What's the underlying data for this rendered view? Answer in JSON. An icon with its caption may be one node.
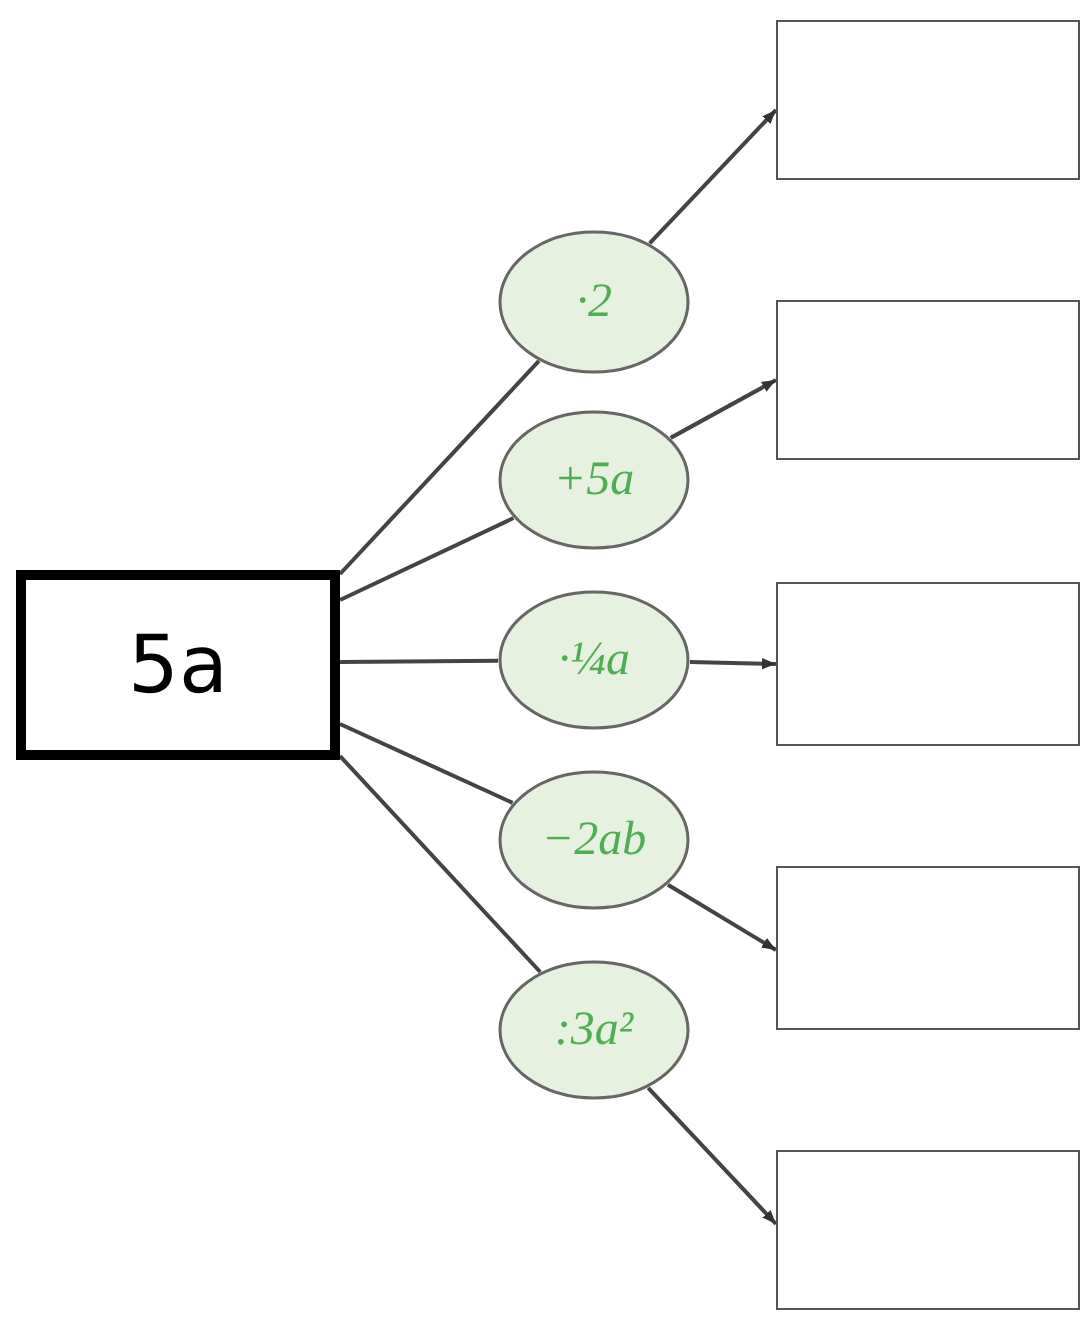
{
  "diagram": {
    "nodes": [
      {
        "text": [
          "5a"
        ]
      },
      {
        "text": [
          "·2"
        ]
      },
      {
        "text": [
          "+5a"
        ]
      },
      {
        "text": [
          "·¼a"
        ]
      },
      {
        "text": [
          "−2ab"
        ]
      },
      {
        "text": [
          ":3a²"
        ]
      },
      {
        "text": [],
        "shape": "box"
      },
      {
        "text": [],
        "shape": "box"
      },
      {
        "text": [],
        "shape": "box"
      },
      {
        "text": [],
        "shape": "box"
      },
      {
        "text": [],
        "shape": "box"
      }
    ],
    "edges": [
      {
        "from": 0,
        "to": 1,
        "arrow": "none"
      },
      {
        "from": 0,
        "to": 2,
        "arrow": "none"
      },
      {
        "from": 0,
        "to": 3,
        "arrow": "none"
      },
      {
        "from": 0,
        "to": 4,
        "arrow": "none"
      },
      {
        "from": 0,
        "to": 5,
        "arrow": "none"
      },
      {
        "from": 1,
        "to": 6,
        "arrow": "to"
      },
      {
        "from": 2,
        "to": 7,
        "arrow": "to"
      },
      {
        "from": 3,
        "to": 8,
        "arrow": "to"
      },
      {
        "from": 4,
        "to": 9,
        "arrow": "to"
      },
      {
        "from": 5,
        "to": 10,
        "arrow": "to"
      }
    ]
  }
}
